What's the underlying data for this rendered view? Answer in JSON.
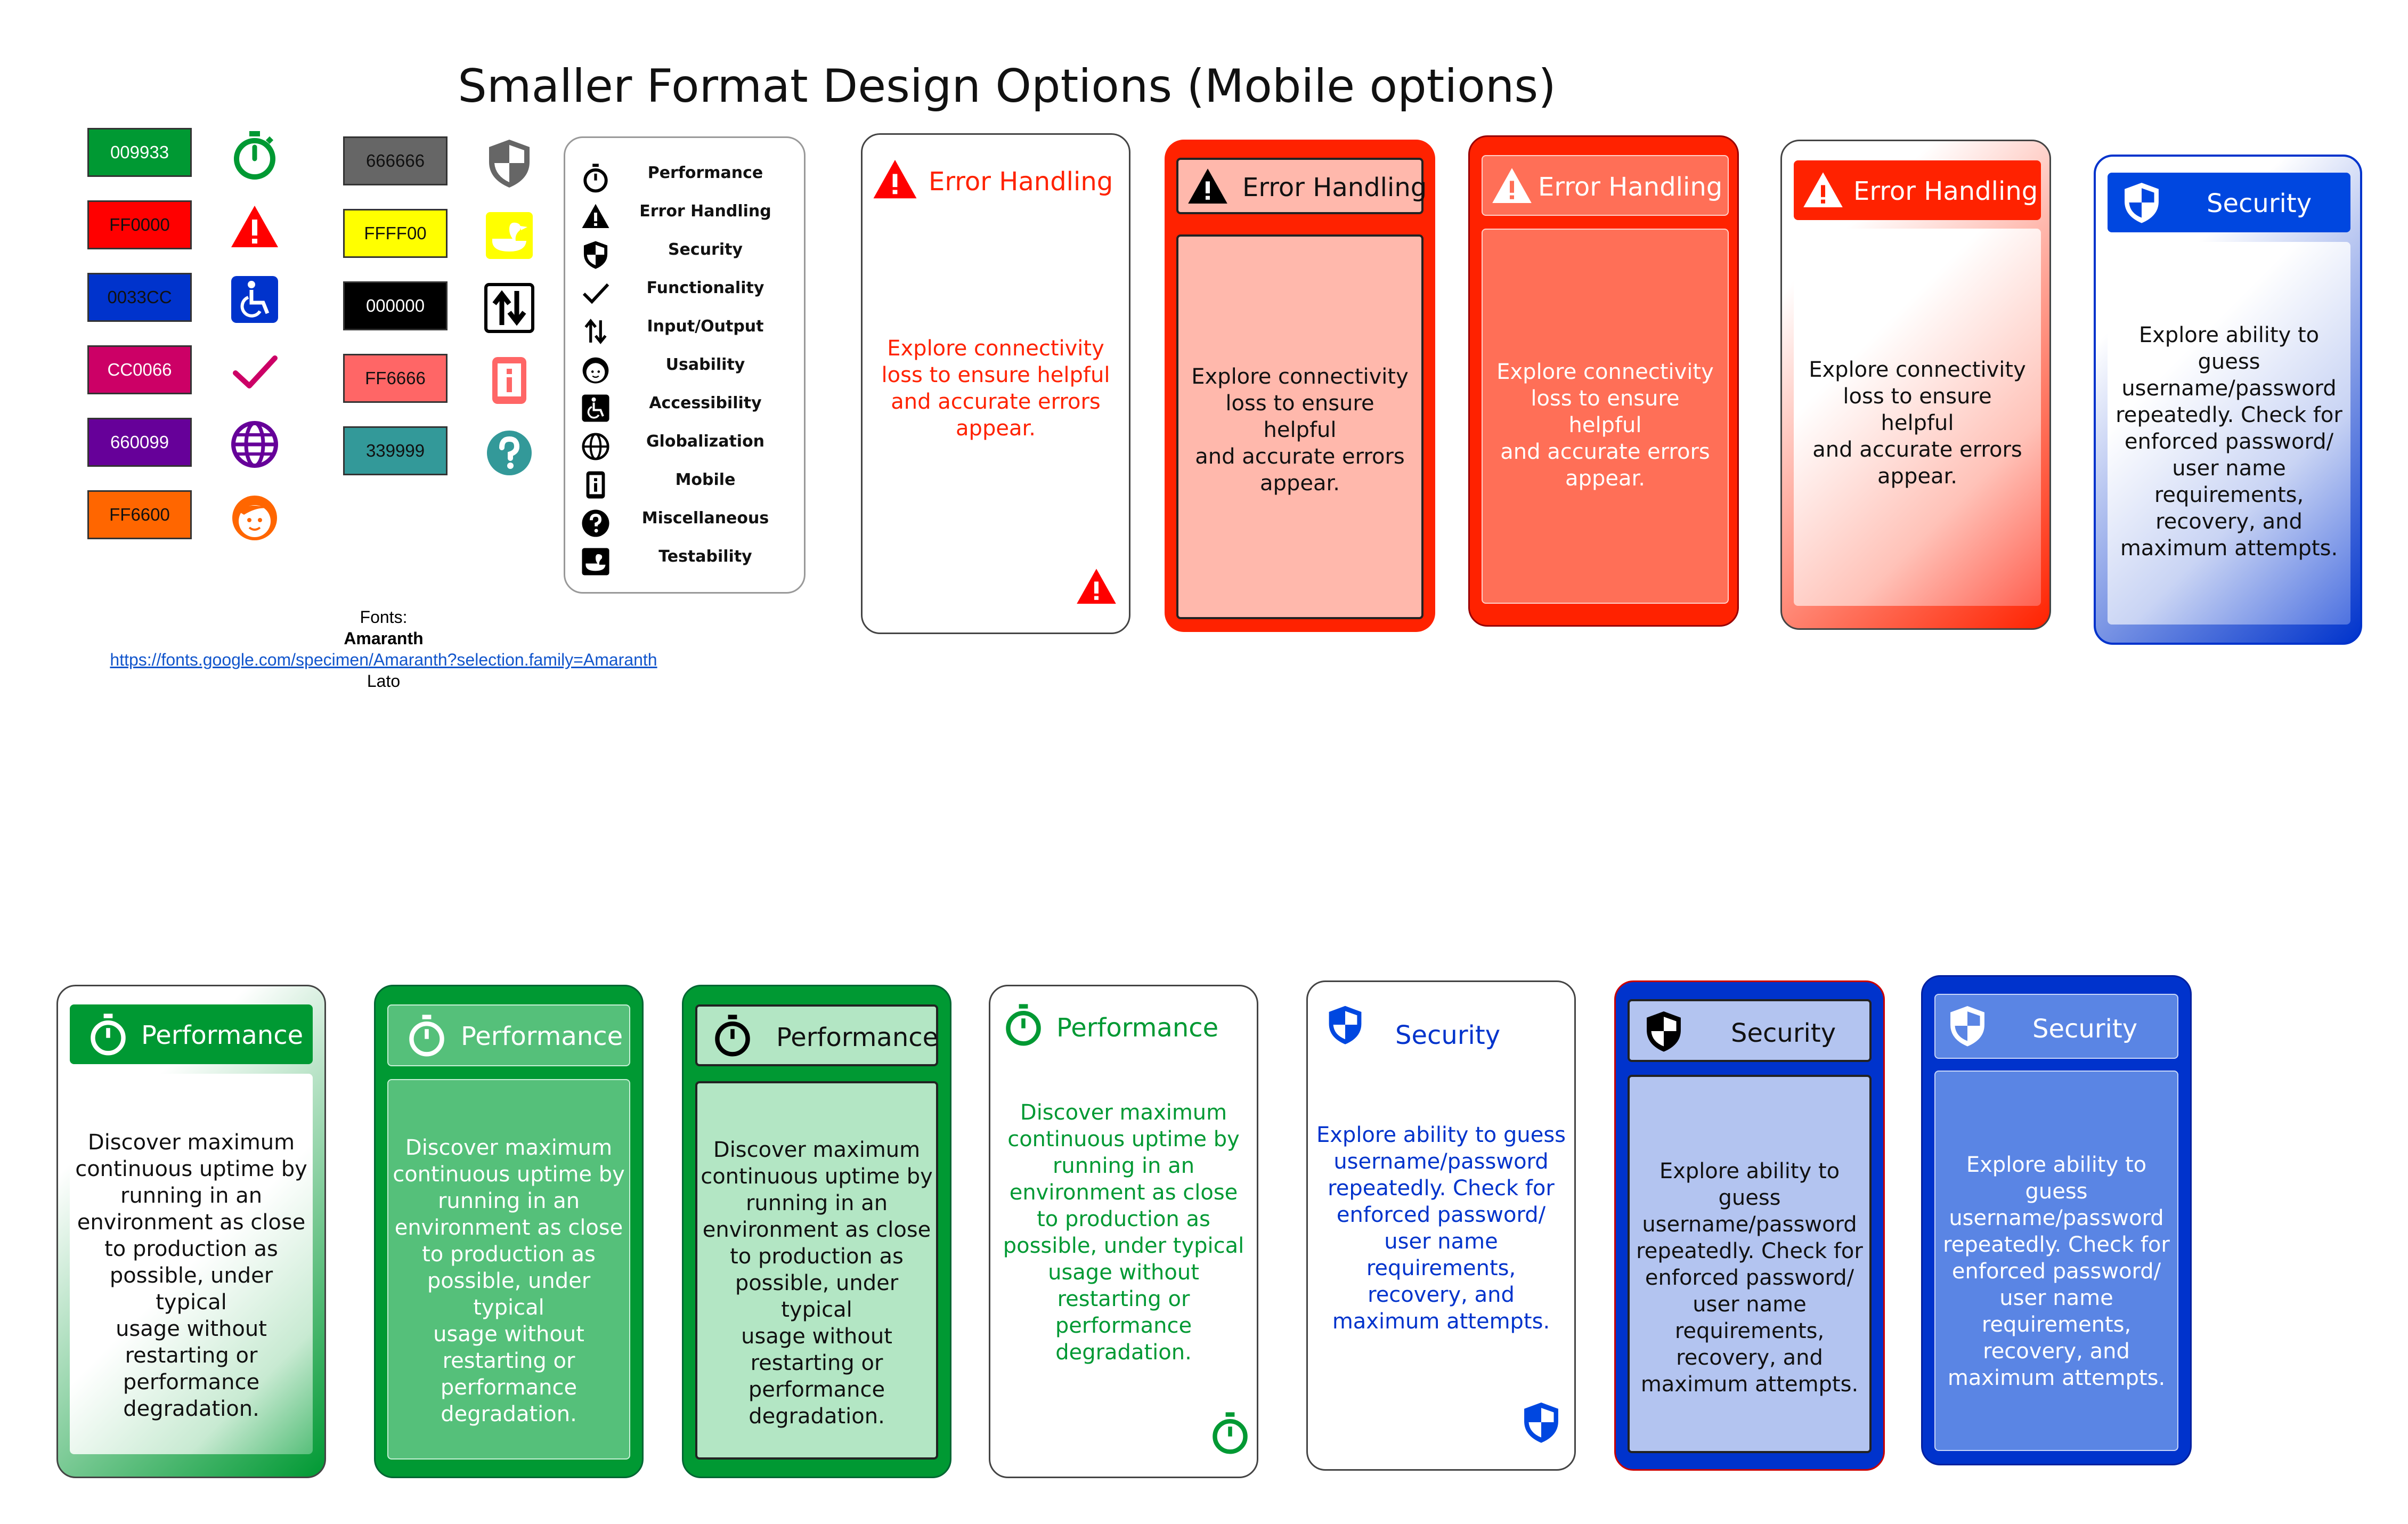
{
  "title": "Smaller Format Design Options (Mobile options)",
  "palette": [
    {
      "hex": "009933",
      "color": "#009933"
    },
    {
      "hex": "FF0000",
      "color": "#FF0000"
    },
    {
      "hex": "0033CC",
      "color": "#0033CC"
    },
    {
      "hex": "CC0066",
      "color": "#CC0066"
    },
    {
      "hex": "660099",
      "color": "#660099"
    },
    {
      "hex": "FF6600",
      "color": "#FF6600"
    },
    {
      "hex": "666666",
      "color": "#666666"
    },
    {
      "hex": "FFFF00",
      "color": "#FFFF00"
    },
    {
      "hex": "000000",
      "color": "#000000"
    },
    {
      "hex": "FF6666",
      "color": "#FF6666"
    },
    {
      "hex": "339999",
      "color": "#339999"
    }
  ],
  "palette_icons": [
    "stopwatch-icon",
    "warning-icon",
    "wheelchair-icon",
    "checkmark-icon",
    "globe-icon",
    "face-icon",
    "shield-icon",
    "duck-icon",
    "arrows-icon",
    "mobile-icon",
    "question-icon"
  ],
  "legend": [
    "Performance",
    "Error Handling",
    "Security",
    "Functionality",
    "Input/Output",
    "Usability",
    "Accessibility",
    "Globalization",
    "Mobile",
    "Miscellaneous",
    "Testability"
  ],
  "fonts": {
    "label": "Fonts:",
    "primary": "Amaranth",
    "link": "https://fonts.google.com/specimen/Amaranth?selection.family=Amaranth",
    "secondary": "Lato"
  },
  "cards": {
    "error": {
      "title": "Error Handling",
      "text": [
        "Explore connectivity",
        "loss to ensure helpful",
        "and accurate errors",
        "appear."
      ]
    },
    "security": {
      "title": "Security",
      "text": [
        "Explore ability to guess",
        "username/password",
        "repeatedly. Check for",
        "enforced password/",
        "user name",
        "requirements,",
        "recovery, and",
        "maximum attempts."
      ]
    },
    "performance": {
      "title": "Performance",
      "text": [
        "Discover maximum",
        "continuous uptime by",
        "running in an",
        "environment as close",
        "to production as",
        "possible, under typical",
        "usage without",
        "restarting or",
        "performance",
        "degradation."
      ]
    }
  },
  "colors": {
    "green": "#009933",
    "red": "#FF2200",
    "blue": "#0033CC"
  }
}
